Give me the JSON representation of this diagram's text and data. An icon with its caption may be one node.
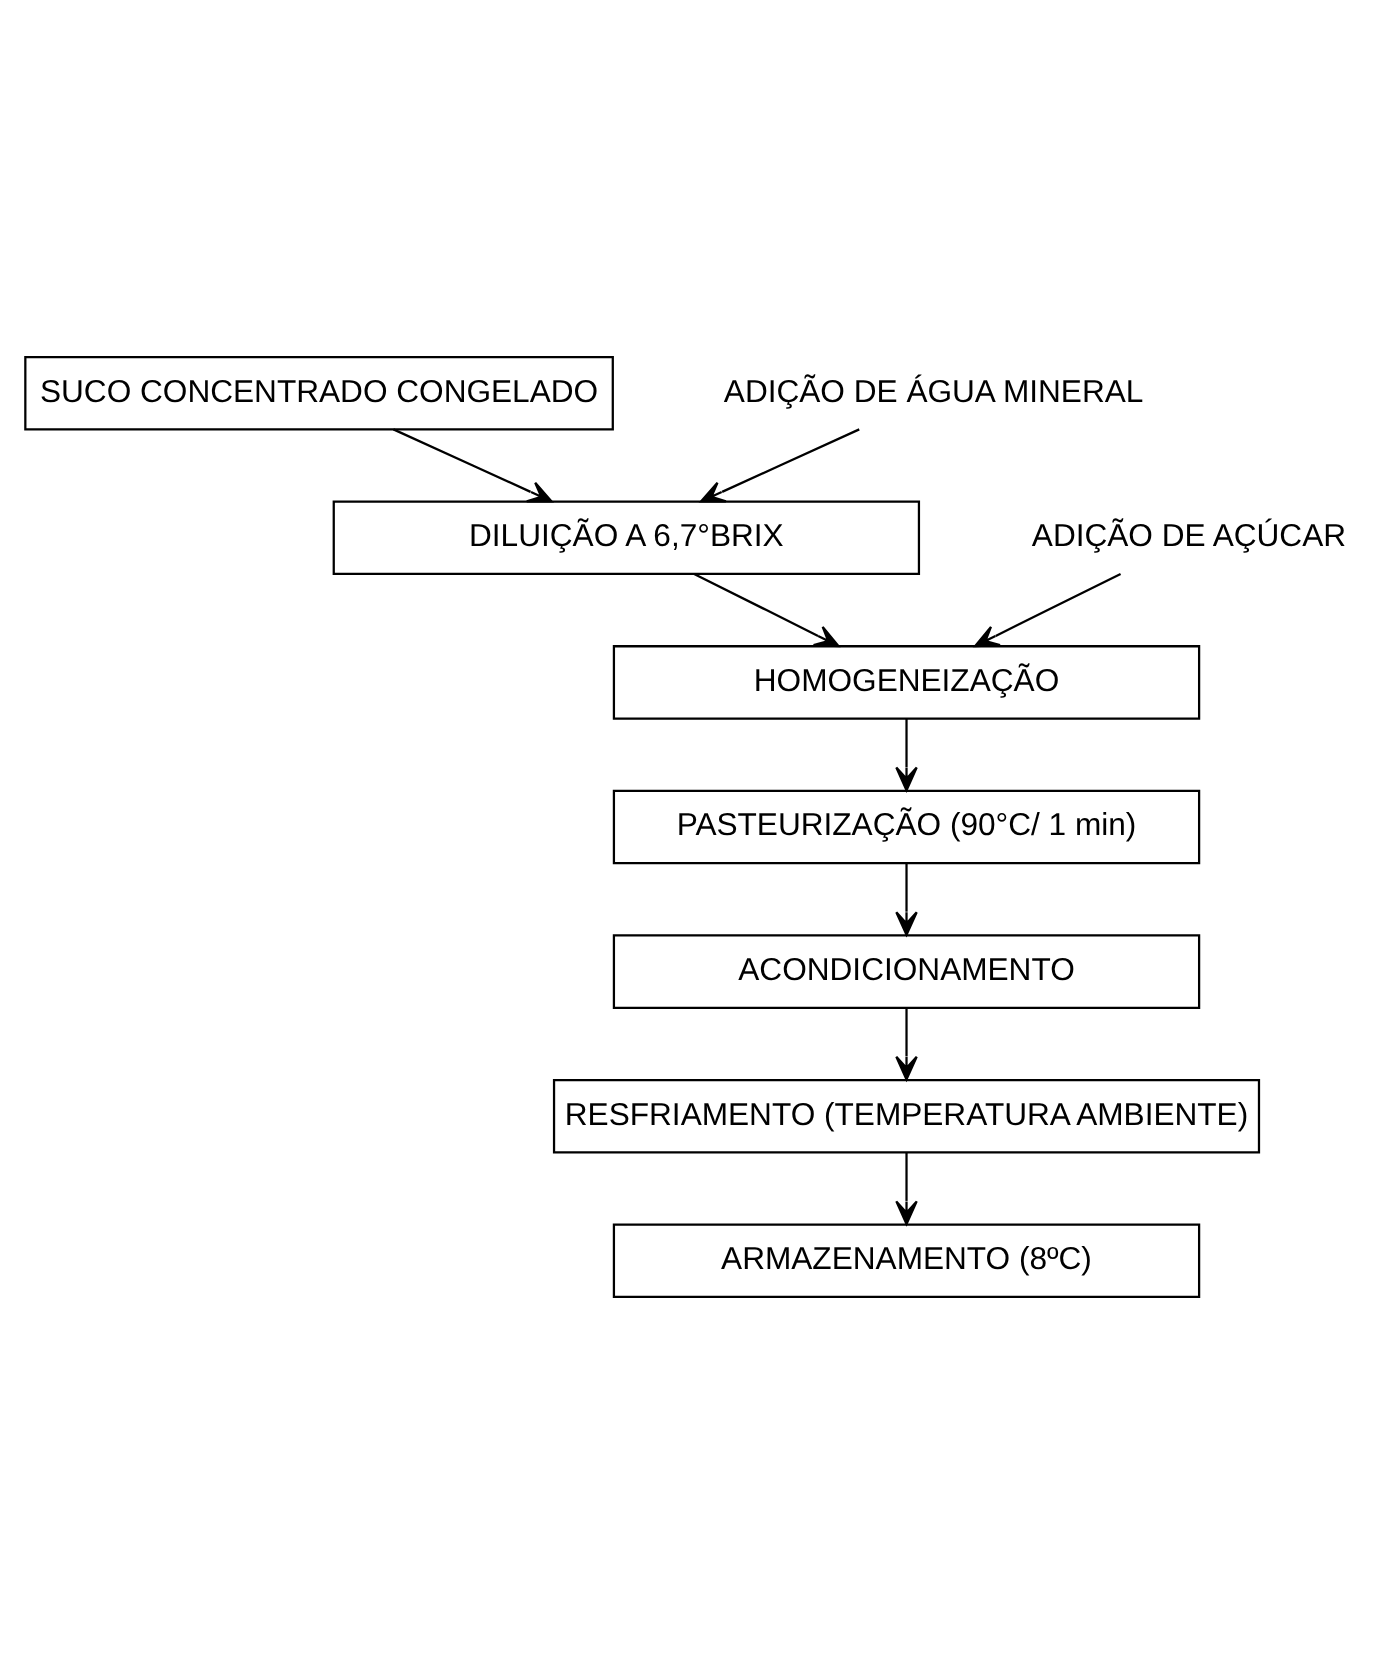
{
  "diagram": {
    "nodes": [
      {
        "text": [
          "SUCO CONCENTRADO CONGELADO"
        ]
      },
      {
        "text": [
          "ADIÇÃO DE ÁGUA MINERAL"
        ]
      },
      {
        "text": [
          "DILUIÇÃO A 6,7°BRIX"
        ]
      },
      {
        "text": [
          "ADIÇÃO DE AÇÚCAR"
        ]
      },
      {
        "text": [
          "HOMOGENEIZAÇÃO"
        ]
      },
      {
        "text": [
          "PASTEURIZAÇÃO (90°C/ 1 min)"
        ]
      },
      {
        "text": [
          "ACONDICIONAMENTO"
        ]
      },
      {
        "text": [
          "RESFRIAMENTO (TEMPERATURA AMBIENTE)"
        ]
      },
      {
        "text": [
          "ARMAZENAMENTO (8ºC)"
        ]
      }
    ],
    "edges": [
      {
        "from": 0,
        "to": 2,
        "arrow": "to"
      },
      {
        "from": 1,
        "to": 2,
        "arrow": "to"
      },
      {
        "from": 2,
        "to": 4,
        "arrow": "to"
      },
      {
        "from": 3,
        "to": 4,
        "arrow": "to"
      },
      {
        "from": 4,
        "to": 5,
        "arrow": "to"
      },
      {
        "from": 5,
        "to": 6,
        "arrow": "to"
      },
      {
        "from": 6,
        "to": 7,
        "arrow": "to"
      },
      {
        "from": 7,
        "to": 8,
        "arrow": "to"
      }
    ]
  }
}
